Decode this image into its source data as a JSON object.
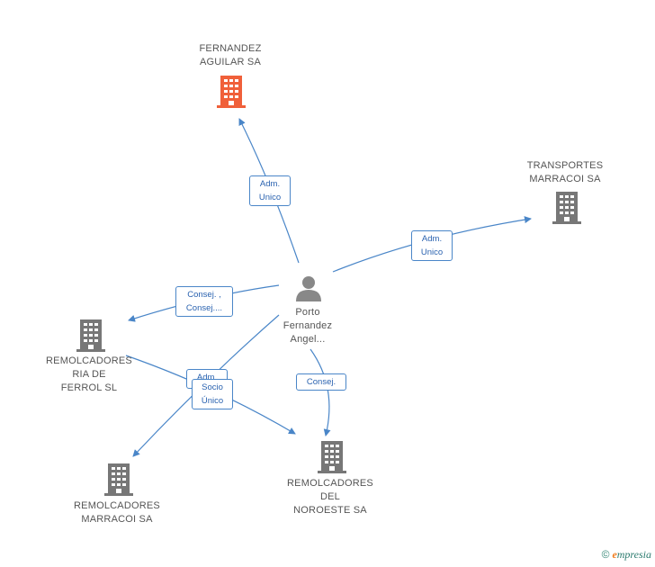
{
  "nodes": {
    "fernandez_aguilar": {
      "line1": "FERNANDEZ",
      "line2": "AGUILAR SA",
      "color": "#f0603a"
    },
    "transportes": {
      "line1": "TRANSPORTES",
      "line2": "MARRACOI SA",
      "color": "#777777"
    },
    "person": {
      "line1": "Porto",
      "line2": "Fernandez",
      "line3": "Angel...",
      "color": "#888888"
    },
    "ria_ferrol": {
      "line1": "REMOLCADORES",
      "line2": "RIA DE",
      "line3": "FERROL SL",
      "color": "#777777"
    },
    "noroeste": {
      "line1": "REMOLCADORES",
      "line2": "DEL",
      "line3": "NOROESTE SA",
      "color": "#777777"
    },
    "marracoi": {
      "line1": "REMOLCADORES",
      "line2": "MARRACOI SA",
      "color": "#777777"
    }
  },
  "edges": {
    "adm_unico_1": {
      "line1": "Adm.",
      "line2": "Unico"
    },
    "adm_unico_2": {
      "line1": "Adm.",
      "line2": "Unico"
    },
    "consej_consej": {
      "line1": "Consej. ,",
      "line2": "Consej...."
    },
    "adm_hidden": {
      "line1": "Adm."
    },
    "socio_unico": {
      "line1": "Socio",
      "line2": "Único"
    },
    "consej": {
      "line1": "Consej."
    }
  },
  "footer": {
    "copyright": "©",
    "brand_e": "e",
    "brand_rest": "mpresia"
  },
  "colors": {
    "edge": "#4a86c8"
  }
}
